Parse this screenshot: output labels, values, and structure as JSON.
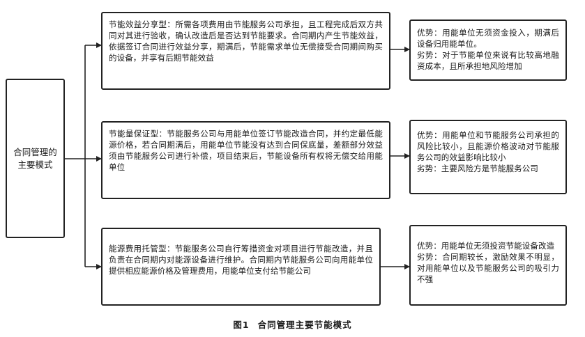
{
  "root": {
    "label": "合同管理的主要模式"
  },
  "models": [
    {
      "description": "节能效益分享型：所需各项费用由节能服务公司承担，且工程完成后双方共同对其进行验收，确认改造后是否达到节能要求。合同期内产生节能效益，依据签订合同进行效益分享，期满后，节能需求单位无偿接受合同期间购买的设备，并享有后期节能效益",
      "pros": "优势：用能单位无须资金投入，期满后设备归用能单位。",
      "cons": "劣势：对于节能单位来说有比较高地融资成本，且所承担地风险增加"
    },
    {
      "description": "节能量保证型：节能服务公司与用能单位签订节能改造合同，并约定最低能源价格，若合同期满后，用能单位节能没有达到合同保底量，差额部分效益须由节能服务公司进行补偿，项目结束后，节能设备所有权将无偿交给用能单位",
      "pros": "优势：用能单位和节能服务公司承担的风险比较小，且能源价格波动对节能服务公司的效益影响比较小",
      "cons": "劣势：主要风险方是节能服务公司"
    },
    {
      "description": "能源费用托管型：节能服务公司自行筹措资金对项目进行节能改造，并且负责在合同期内对能源设备进行维护。合同期内节能服务公司向用能单位提供相应能源价格及管理费用，用能单位支付给节能公司",
      "pros": "优势：用能单位无须投资节能设备改造",
      "cons": "劣势：合同期较长，激励效果不明显，对用能单位以及节能服务公司的吸引力不强"
    }
  ],
  "caption": {
    "label": "图1",
    "title": "合同管理主要节能模式"
  }
}
